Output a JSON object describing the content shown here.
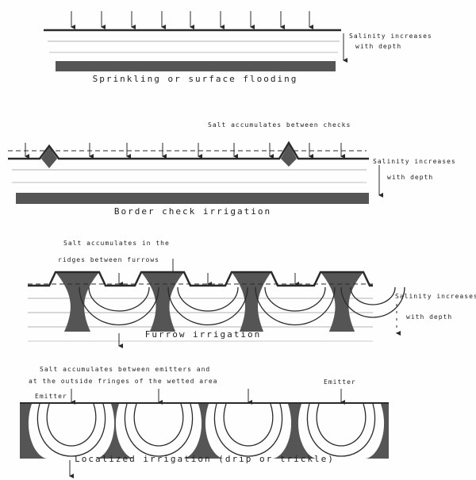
{
  "colors": {
    "ink": "#2a2a2a",
    "salt": "#555555",
    "paper": "#fefefe"
  },
  "panels": [
    {
      "title": "Sprinkling or surface flooding",
      "salinity_line1": "Salinity increases",
      "salinity_line2": "with depth"
    },
    {
      "title": "Border check irrigation",
      "note": "Salt accumulates between checks",
      "salinity_line1": "Salinity increases",
      "salinity_line2": "with depth"
    },
    {
      "title": "Furrow irrigation",
      "note_line1": "Salt accumulates in the",
      "note_line2": "ridges between furrows",
      "salinity_line1": "Salinity increases",
      "salinity_line2": "with depth"
    },
    {
      "title": "Localized irrigation (drip or trickle)",
      "note_line1": "Salt accumulates between emitters and",
      "note_line2": "at the outside fringes of the wetted area",
      "emitter_left": "Emitter",
      "emitter_right": "Emitter"
    }
  ]
}
